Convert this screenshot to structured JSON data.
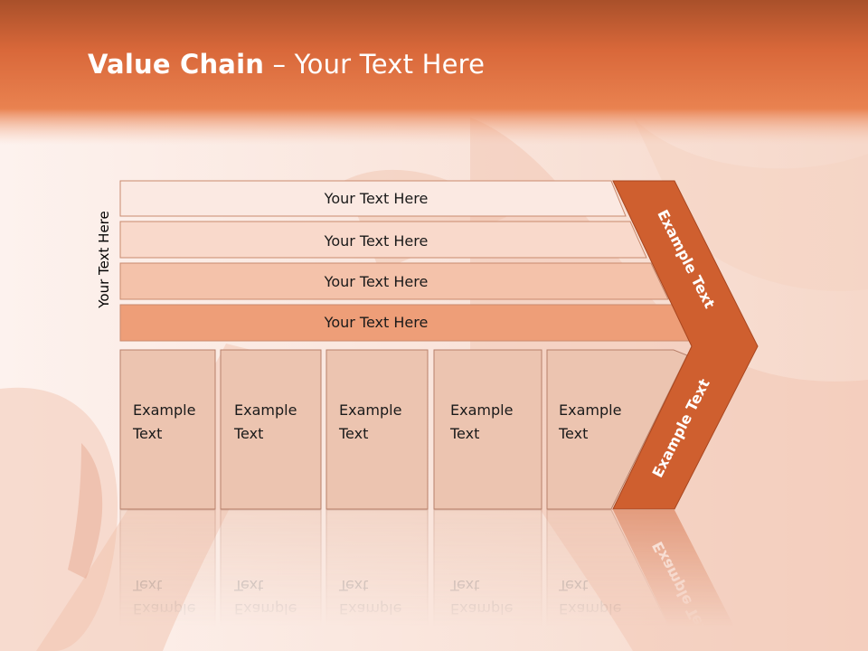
{
  "slide": {
    "title_bold": "Value Chain",
    "title_rest": " – Your Text Here",
    "side_label": "Your Text Here"
  },
  "bands": [
    {
      "label": "Your Text Here"
    },
    {
      "label": "Your Text Here"
    },
    {
      "label": "Your Text Here"
    },
    {
      "label": "Your Text Here"
    }
  ],
  "columns": [
    {
      "line1": "Example",
      "line2": "Text"
    },
    {
      "line1": "Example",
      "line2": "Text"
    },
    {
      "line1": "Example",
      "line2": "Text"
    },
    {
      "line1": "Example",
      "line2": "Text"
    },
    {
      "line1": "Example",
      "line2": "Text"
    }
  ],
  "chevron": {
    "upper_label": "Example Text",
    "lower_label": "Example Text"
  },
  "colors": {
    "header": "#e07040",
    "band1": "#fbe9e2",
    "band2": "#f9d9cb",
    "band3": "#f4c2aa",
    "band4": "#ee9e78",
    "column": "#ecc4b0",
    "chevron": "#cf5f2f"
  }
}
